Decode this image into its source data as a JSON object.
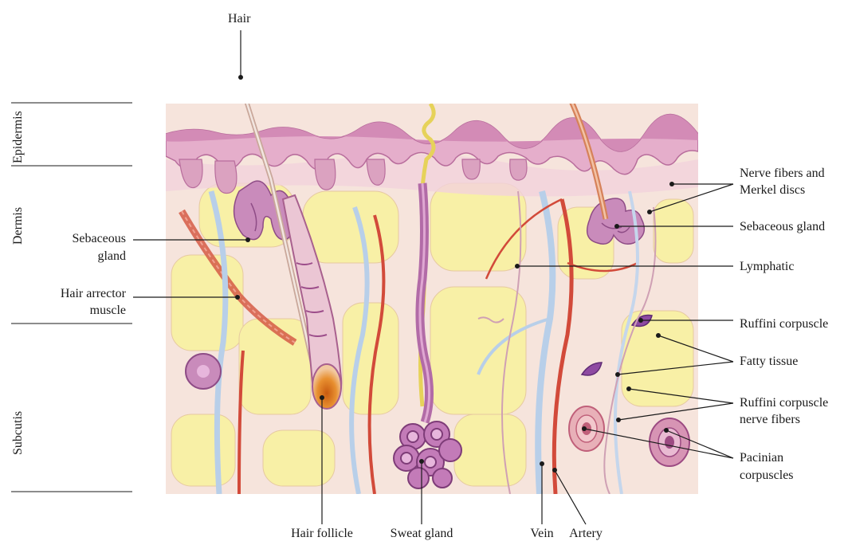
{
  "layers": {
    "epidermis": "Epidermis",
    "dermis": "Dermis",
    "subcutis": "Subcutis"
  },
  "labels": {
    "hair": "Hair",
    "sebaceous_gland_left_1": "Sebaceous",
    "sebaceous_gland_left_2": "gland",
    "hair_arrector_1": "Hair arrector",
    "hair_arrector_2": "muscle",
    "nerve_fibers_1": "Nerve fibers and",
    "nerve_fibers_2": "Merkel discs",
    "sebaceous_gland_right": "Sebaceous gland",
    "lymphatic": "Lymphatic",
    "ruffini_corpuscle": "Ruffini corpuscle",
    "fatty_tissue": "Fatty tissue",
    "ruffini_nerve_1": "Ruffini corpuscle",
    "ruffini_nerve_2": "nerve fibers",
    "pacinian_1": "Pacinian",
    "pacinian_2": "corpuscles",
    "hair_follicle": "Hair follicle",
    "sweat_gland": "Sweat gland",
    "vein": "Vein",
    "artery": "Artery"
  },
  "colors": {
    "background_tissue": "#f5e3dc",
    "fat": "#f8f0a8",
    "epidermis": "#e2a9c8",
    "dermis_pink": "#efc8d6",
    "gland_purple": "#b46aa8",
    "artery_red": "#d24a3a",
    "vein_blue": "#a9c3e6",
    "follicle_orange": "#e07a20",
    "leader_line": "#1a1a1a"
  }
}
